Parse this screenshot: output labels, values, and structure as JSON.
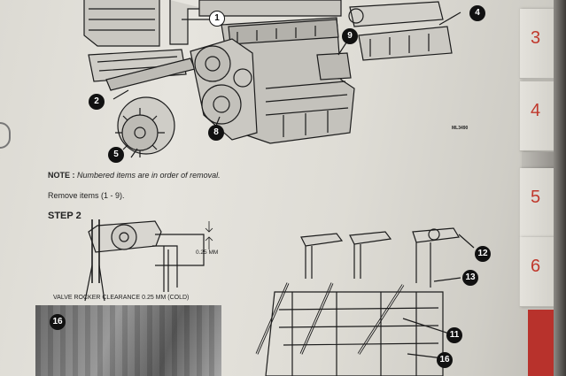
{
  "diagram_code": "ML3490",
  "note_label": "NOTE :",
  "note_text": "Numbered items are in order of removal.",
  "remove_text": "Remove items (1 - 9).",
  "step_label": "STEP 2",
  "clearance_caption": "VALVE ROCKER CLEARANCE 0.25 MM (COLD)",
  "clearance_value": "0.25 MM",
  "tabs": [
    "3",
    "4",
    "5",
    "6"
  ],
  "callouts": [
    "1",
    "2",
    "4",
    "5",
    "8",
    "9",
    "11",
    "12",
    "13",
    "16",
    "16"
  ]
}
